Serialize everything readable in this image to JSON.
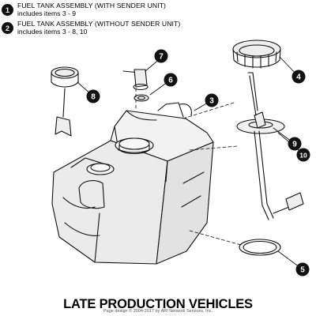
{
  "legend": [
    {
      "number": "1",
      "title": "FUEL TANK ASSEMBLY (WITH SENDER UNIT)",
      "subtitle": "includes items 3 - 9"
    },
    {
      "number": "2",
      "title": "FUEL TANK ASSEMBLY (WITHOUT SENDER UNIT)",
      "subtitle": "includes items 3 - 8, 10"
    }
  ],
  "callouts": [
    "3",
    "4",
    "5",
    "6",
    "7",
    "8",
    "9",
    "10"
  ],
  "caption": "LATE PRODUCTION VEHICLES",
  "copyright": "Page design © 2004-2017 by ARI Network Services, Inc."
}
